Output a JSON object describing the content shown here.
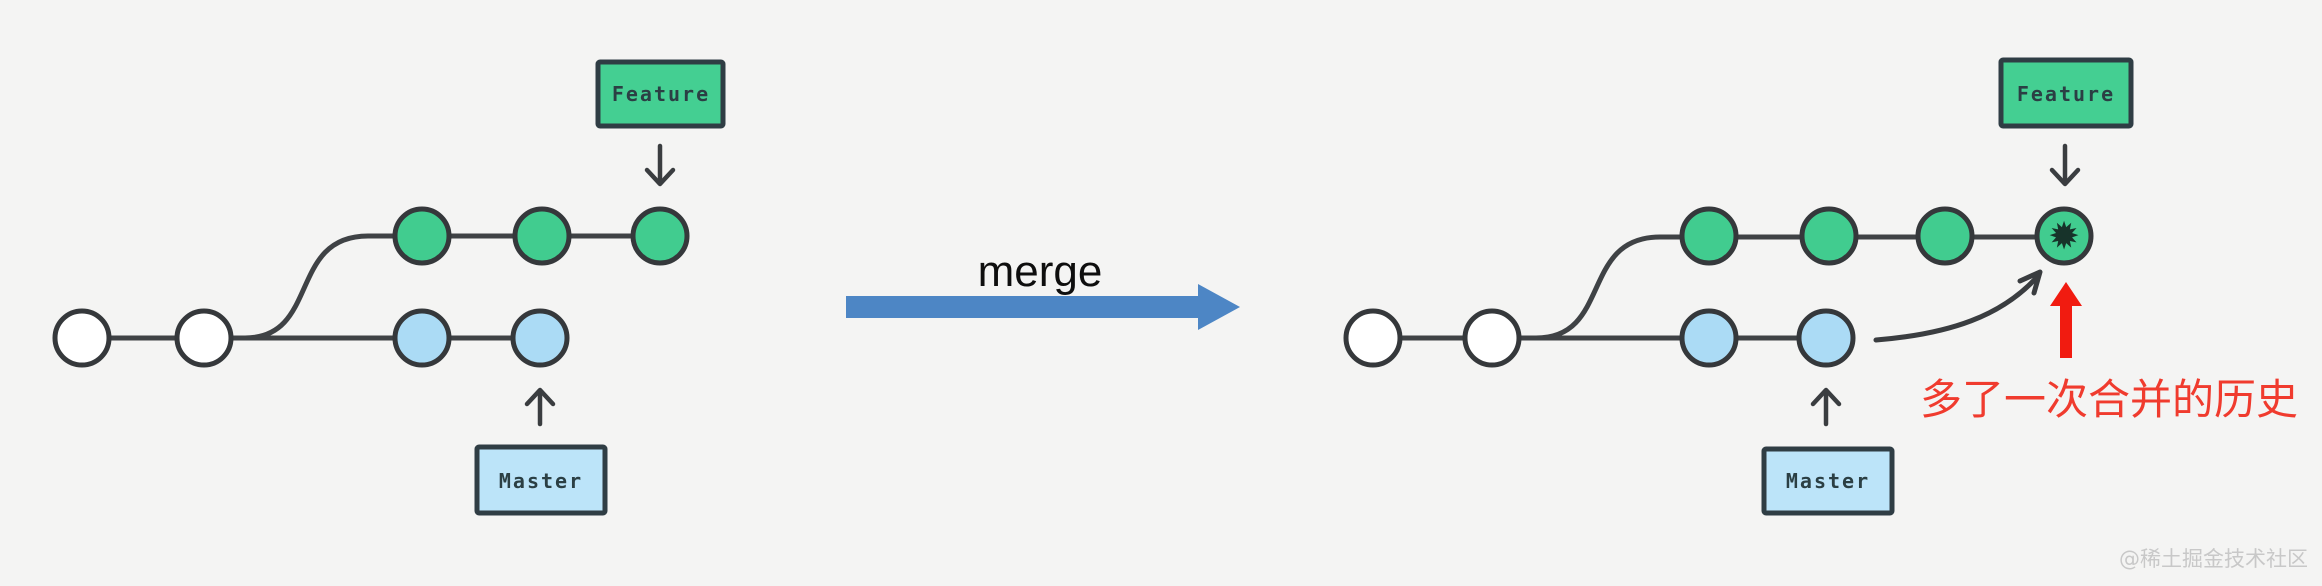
{
  "left_diagram": {
    "feature_label": "Feature",
    "master_label": "Master",
    "shared_commit_count": 2,
    "feature_commit_count": 3,
    "master_commit_count": 2
  },
  "transition": {
    "label": "merge"
  },
  "right_diagram": {
    "feature_label": "Feature",
    "master_label": "Master",
    "shared_commit_count": 2,
    "feature_commit_count": 3,
    "master_commit_count": 2,
    "merge_commit_glyph": "✹",
    "annotation": "多了一次合并的历史"
  },
  "watermark": {
    "text": "@稀土掘金技术社区"
  },
  "colors": {
    "background": "#f4f4f3",
    "feature_green": "#41cc8f",
    "feature_box_green": "#44cf92",
    "master_blue": "#abdbf5",
    "master_box_blue": "#bce4f9",
    "shared_white": "#ffffff",
    "line_dark": "#3f4245",
    "merge_arrow_blue": "#4d86c5",
    "annotation_red": "#f03b2e",
    "red_arrow": "#f11b10",
    "watermark_gray": "#c8c8c8"
  }
}
